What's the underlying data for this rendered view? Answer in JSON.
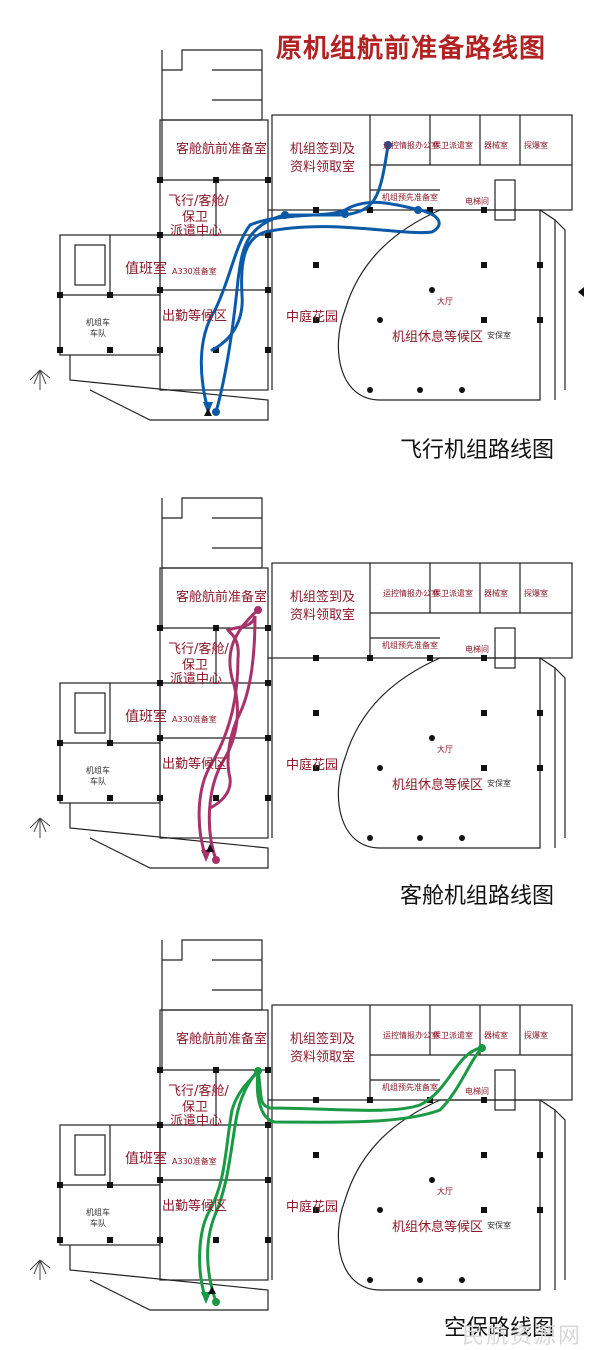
{
  "title": "原机组航前准备路线图",
  "rooms": {
    "cabin_prep": "客舱航前准备室",
    "checkin_1": "机组签到及",
    "checkin_2": "资料领取室",
    "ops": "运控情报办公室",
    "security": "保卫派遣室",
    "equipment": "器械室",
    "weather": "探爆室",
    "crew_prep": "机组预先准备室",
    "elevator": "电梯间",
    "hall": "大厅",
    "flight_dispatch_1": "飞行/客舱/",
    "flight_dispatch_2": "保卫",
    "flight_dispatch_3": "派遣中心",
    "duty": "值班室",
    "a330": "A330准备室",
    "waiting": "出勤等候区",
    "courtyard": "中庭花园",
    "rest": "机组休息等候区",
    "crew_car_1": "机组车",
    "crew_car_2": "车队",
    "duty_room_small": "安保室"
  },
  "panels": [
    {
      "caption": "飞行机组路线图",
      "route_color": "#0b5aa8"
    },
    {
      "caption": "客舱机组路线图",
      "route_color": "#a8336a"
    },
    {
      "caption": "空保路线图",
      "route_color": "#1a9a45"
    }
  ],
  "watermark": "民航资源网"
}
